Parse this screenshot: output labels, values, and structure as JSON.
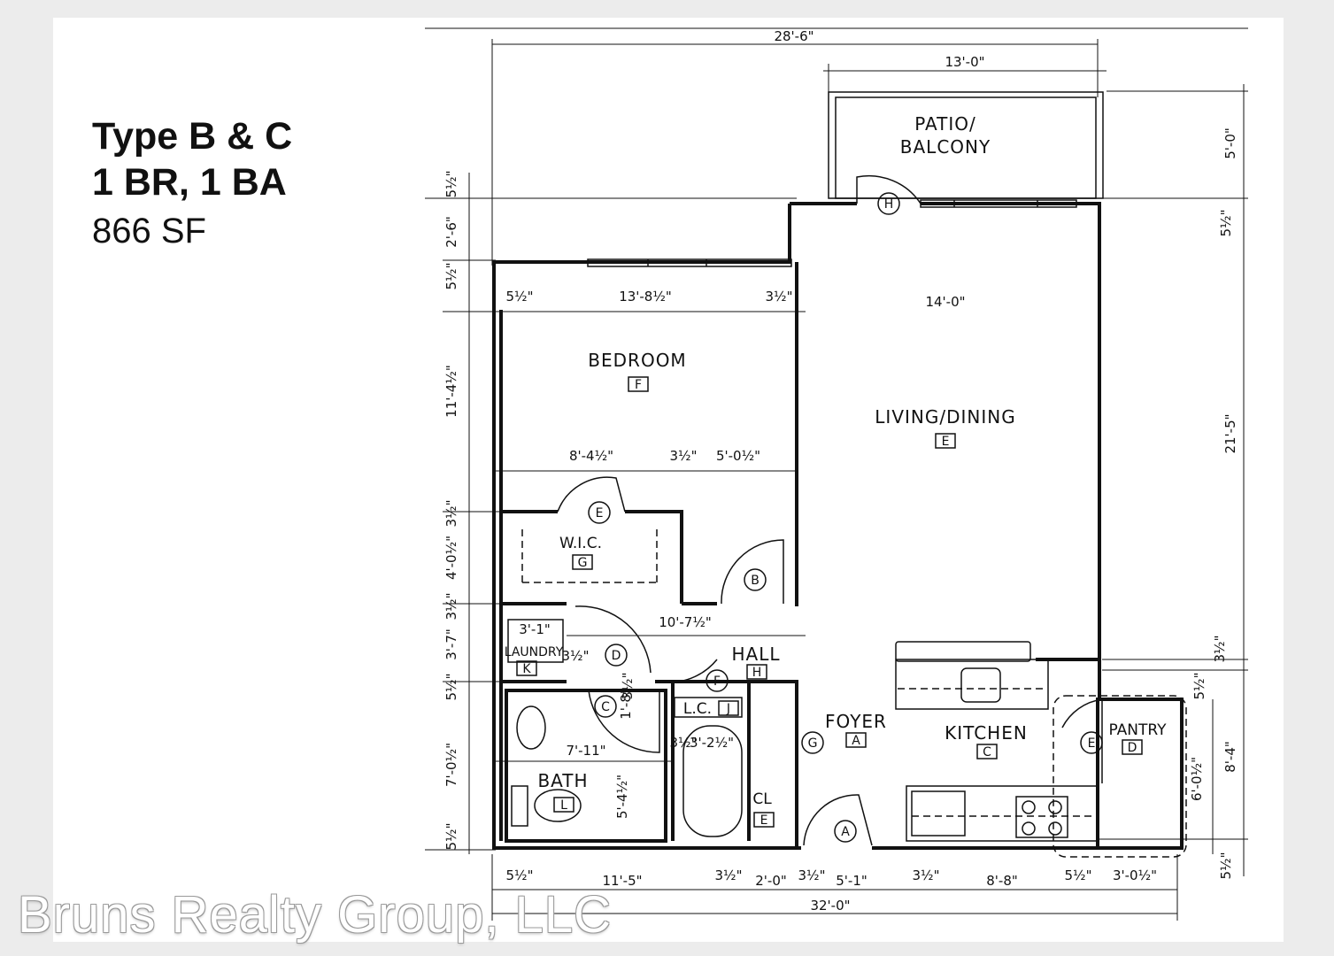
{
  "title": {
    "type": "Type B & C",
    "layout": "1 BR, 1 BA",
    "area": "866 SF"
  },
  "rooms": {
    "patio": [
      "PATIO/",
      "BALCONY"
    ],
    "bedroom": "BEDROOM",
    "living": "LIVING/DINING",
    "wic": "W.I.C.",
    "laundry": "LAUNDRY",
    "hall": "HALL",
    "lc": "L.C.",
    "foyer": "FOYER",
    "kitchen": "KITCHEN",
    "pantry": "PANTRY",
    "bath": "BATH",
    "cl": "CL"
  },
  "room_tags": {
    "bedroom": "F",
    "living": "E",
    "wic": "G",
    "laundry": "K",
    "hall": "H",
    "lc": "J",
    "foyer": "A",
    "kitchen": "C",
    "pantry": "D",
    "bath": "L",
    "cl": "E"
  },
  "doors": {
    "patio": "H",
    "wic": "E",
    "bedroom": "B",
    "laundry": "D",
    "lc": "F",
    "bath": "C",
    "foyer": "G",
    "entry": "A",
    "pantry": "E"
  },
  "dimensions": {
    "overall_top": "28'-6\"",
    "patio_width": "13'-0\"",
    "patio_depth": "5'-0\"",
    "right_wall_1": "5½\"",
    "living_depth": "21'-5\"",
    "right_wall_2": "3½\"",
    "pantry_right_a": "5½\"",
    "pantry_depth_outer": "8'-4\"",
    "pantry_depth_inner": "6'-0½\"",
    "right_wall_bottom": "5½\"",
    "left_wall_top": "5½\"",
    "left_2_6": "2'-6\"",
    "left_wall_2": "5½\"",
    "bedroom_depth": "11'-4½\"",
    "left_wall_3": "3½\"",
    "wic_depth": "4'-0½\"",
    "left_wall_4": "3½\"",
    "laundry_depth": "3'-7\"",
    "left_wall_5": "5½\"",
    "bath_depth": "7'-0½\"",
    "left_wall_bottom": "5½\"",
    "bed_wall_left": "5½\"",
    "bedroom_width": "13'-8½\"",
    "bed_wall_right": "3½\"",
    "living_width": "14'-0\"",
    "wic_width_a": "8'-4½\"",
    "wic_wall": "3½\"",
    "wic_width_b": "5'-0½\"",
    "hall_length": "10'-7½\"",
    "laundry_w": "3'-1\"",
    "laundry_wall": "3½\"",
    "hall_small": "1'-8\"",
    "hall_wall": "3½\"",
    "bath_width": "7'-11\"",
    "bath_depth_inner": "5'-4½\"",
    "tub_wall": "3½\"",
    "tub_width": "3'-2½\"",
    "b_wall1": "5½\"",
    "b_bath": "11'-5\"",
    "b_wall2": "3½\"",
    "b_cl": "2'-0\"",
    "b_wall3": "3½\"",
    "b_foyer": "5'-1\"",
    "b_wall4": "3½\"",
    "b_kitchen": "8'-8\"",
    "b_wall5": "5½\"",
    "b_pantry": "3'-0½\"",
    "overall_bottom": "32'-0\""
  },
  "watermark": "Bruns Realty Group, LLC",
  "colors": {
    "line": "#111111",
    "sheet": "#ffffff",
    "background": "#ececec"
  }
}
